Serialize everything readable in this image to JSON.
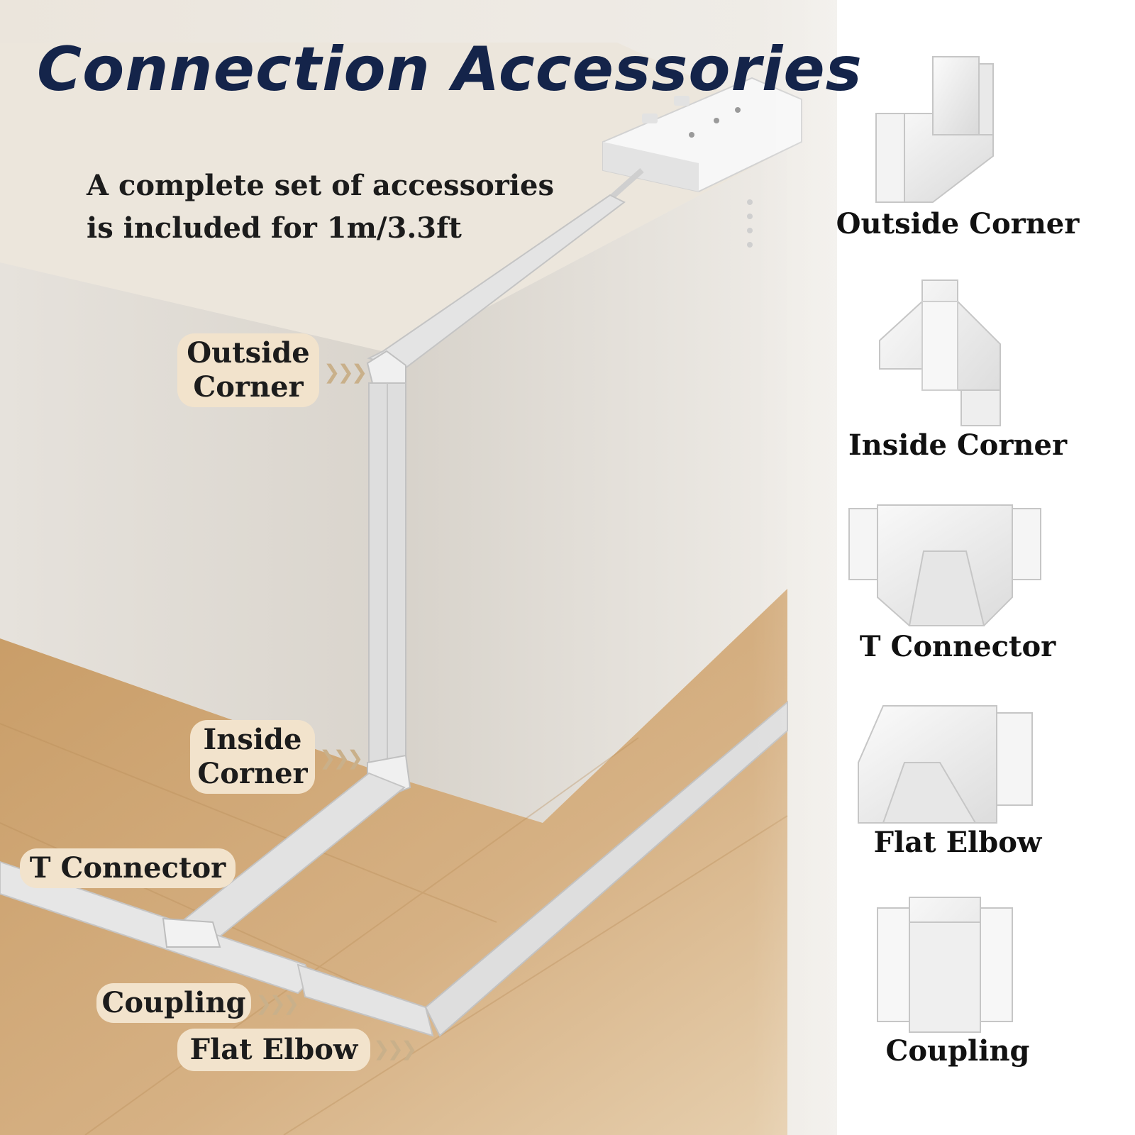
{
  "title": "Connection Accessories",
  "subtitle": {
    "line1": "A complete set of accessories",
    "line2": "is included for 1m/3.3ft"
  },
  "callouts": [
    {
      "lines": [
        "Outside",
        "Corner"
      ]
    },
    {
      "lines": [
        "Inside",
        "Corner"
      ]
    },
    {
      "lines": [
        "T Connector"
      ]
    },
    {
      "lines": [
        "Coupling"
      ]
    },
    {
      "lines": [
        "Flat Elbow"
      ]
    }
  ],
  "accessories": [
    {
      "label": "Outside Corner"
    },
    {
      "label": "Inside Corner"
    },
    {
      "label": "T Connector"
    },
    {
      "label": "Flat Elbow"
    },
    {
      "label": "Coupling"
    }
  ],
  "colors": {
    "title": "#14244a",
    "callout_bg": "#f2e3cc",
    "wall": "#ece8e2",
    "floor": "#c99f6c",
    "raceway": "#dcdcdc"
  }
}
